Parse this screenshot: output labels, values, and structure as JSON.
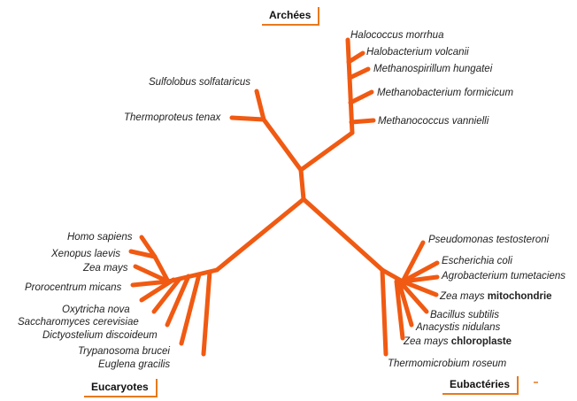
{
  "colors": {
    "branch": "#f05a12",
    "label_border": "#e8791c",
    "text": "#222222"
  },
  "groups": {
    "archaea": "Archées",
    "eukaryotes": "Eucaryotes",
    "bacteria": "Eubactéries"
  },
  "taxa": {
    "archaea": [
      "Halococcus morrhua",
      "Halobacterium volcanii",
      "Methanospirillum hungatei",
      "Methanobacterium formicicum",
      "Methanococcus vannielli",
      "Sulfolobus solfataricus",
      "Thermoproteus tenax"
    ],
    "eukaryotes": [
      "Homo sapiens",
      "Xenopus laevis",
      "Zea mays",
      "Prorocentrum micans",
      "Oxytricha nova",
      "Saccharomyces cerevisiae",
      "Dictyostelium discoideum",
      "Trypanosoma brucei",
      "Euglena gracilis"
    ],
    "bacteria": [
      "Pseudomonas testosteroni",
      "Escherichia coli",
      "Agrobacterium tumetaciens",
      "Bacillus subtilis",
      "Anacystis nidulans",
      "Thermomicrobium roseum"
    ],
    "bacteria_organelles": [
      {
        "prefix": "Zea mays",
        "suffix": "mitochondrie"
      },
      {
        "prefix": "Zea mays",
        "suffix": "chloroplaste"
      }
    ]
  }
}
